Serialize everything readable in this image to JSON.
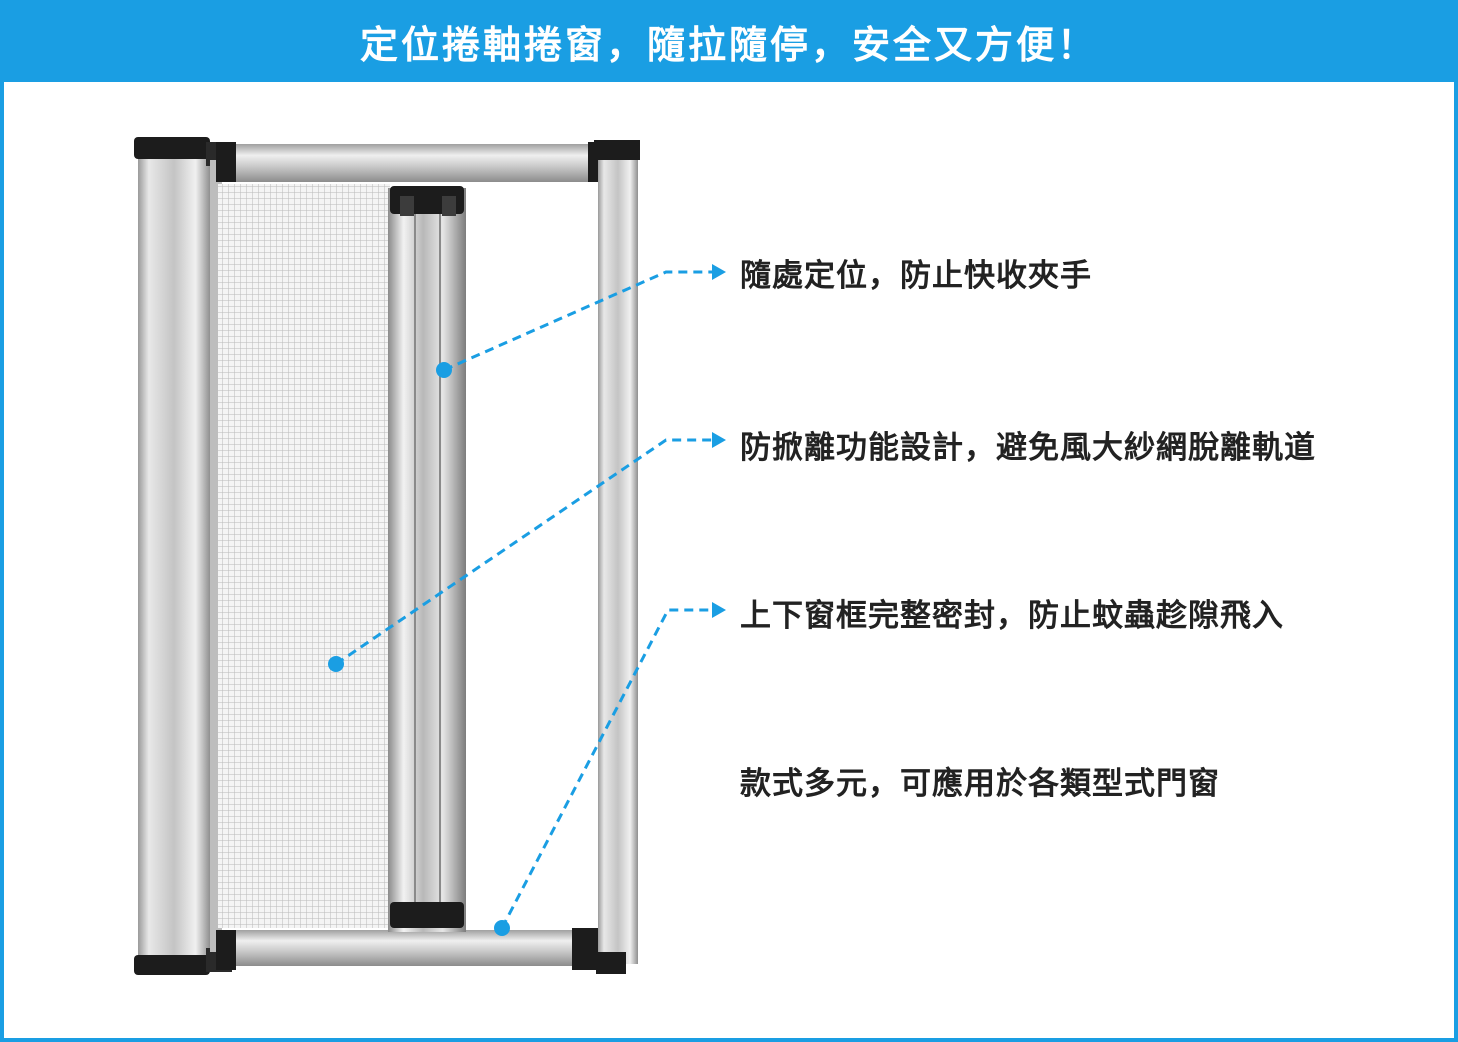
{
  "banner": {
    "title": "定位捲軸捲窗，隨拉隨停，安全又方便！"
  },
  "features": [
    {
      "text": "隨處定位，防止快收夾手"
    },
    {
      "text": "防掀離功能設計，避免風大紗網脫離軌道"
    },
    {
      "text": "上下窗框完整密封，防止蚊蟲趁隙飛入"
    },
    {
      "text": "款式多元，可應用於各類型式門窗"
    }
  ],
  "colors": {
    "accent": "#1a9ee3",
    "text": "#222222",
    "frame_dark": "#1c1c1c"
  }
}
